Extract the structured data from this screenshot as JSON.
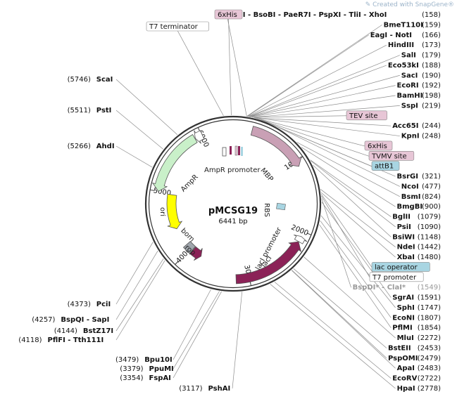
{
  "watermark": "Created with SnapGene®",
  "plasmid": {
    "name": "pMCSG19",
    "size_label": "6441 bp",
    "length": 6441
  },
  "ticks": [
    {
      "pos": 1000,
      "label": "1000"
    },
    {
      "pos": 2000,
      "label": "2000"
    },
    {
      "pos": 3000,
      "label": "3000"
    },
    {
      "pos": 4000,
      "label": "4000"
    },
    {
      "pos": 5000,
      "label": "5000"
    },
    {
      "pos": 6000,
      "label": "6000"
    }
  ],
  "features": [
    {
      "name": "MBP",
      "start": 260,
      "end": 1080,
      "dir": 1,
      "color": "#c9a0b5",
      "ring": 0
    },
    {
      "name": "lacI",
      "start": 2150,
      "end": 3180,
      "dir": -1,
      "color": "#8b2257",
      "ring": 0
    },
    {
      "name": "AmpR",
      "start": 5000,
      "end": 5900,
      "dir": -1,
      "color": "#c9f0c9",
      "ring": 0
    },
    {
      "name": "AmpR promoter",
      "start": 5905,
      "end": 6010,
      "dir": -1,
      "color": "#ffffff",
      "ring": 0
    },
    {
      "name": "ori",
      "start": 4400,
      "end": 4980,
      "dir": -1,
      "color": "#ffff00",
      "ring": 1
    },
    {
      "name": "lacI promoter",
      "start": 2070,
      "end": 2148,
      "dir": -1,
      "color": "#ffffff",
      "ring": 0
    },
    {
      "name": "rop",
      "start": 3780,
      "end": 3950,
      "dir": -1,
      "color": "#8b2257",
      "ring": 1
    },
    {
      "name": "bom",
      "start": 3960,
      "end": 4090,
      "dir": 0,
      "color": "#a0a6ad",
      "ring": 1
    }
  ],
  "feature_labels": {
    "mbp": "MBP",
    "ampr": "AmpR",
    "ampr_promoter": "AmpR promoter",
    "ori": "ori",
    "bom": "bom",
    "rop": "rop",
    "laci": "lacI",
    "laci_promoter": "lacI promoter",
    "rbs": "RBS"
  },
  "right_labels": [
    {
      "kind": "site",
      "name": "AvaI - BsoBI - PaeR7I - PspXI - TliI - XhoI",
      "pos": "(158)",
      "bp": 158
    },
    {
      "kind": "site",
      "name": "BmeT110I",
      "pos": "(159)",
      "bp": 159
    },
    {
      "kind": "site",
      "name": "EagI - NotI",
      "pos": "(166)",
      "bp": 166
    },
    {
      "kind": "site",
      "name": "HindIII",
      "pos": "(173)",
      "bp": 173
    },
    {
      "kind": "site",
      "name": "SalI",
      "pos": "(179)",
      "bp": 179
    },
    {
      "kind": "site",
      "name": "Eco53kI",
      "pos": "(188)",
      "bp": 188
    },
    {
      "kind": "site",
      "name": "SacI",
      "pos": "(190)",
      "bp": 190
    },
    {
      "kind": "site",
      "name": "EcoRI",
      "pos": "(192)",
      "bp": 192
    },
    {
      "kind": "site",
      "name": "BamHI",
      "pos": "(198)",
      "bp": 198
    },
    {
      "kind": "site",
      "name": "SspI",
      "pos": "(219)",
      "bp": 219
    },
    {
      "kind": "feature",
      "name": "TEV site",
      "bp": 225,
      "fill": "#e7c6d6"
    },
    {
      "kind": "site",
      "name": "Acc65I",
      "pos": "(244)",
      "bp": 244
    },
    {
      "kind": "site",
      "name": "KpnI",
      "pos": "(248)",
      "bp": 248
    },
    {
      "kind": "feature",
      "name": "6xHis",
      "bp": 255,
      "fill": "#e7c6d6"
    },
    {
      "kind": "feature",
      "name": "TVMV site",
      "bp": 280,
      "fill": "#e7c6d6"
    },
    {
      "kind": "feature",
      "name": "attB1",
      "bp": 300,
      "fill": "#a8d5e2"
    },
    {
      "kind": "site",
      "name": "BsrGI",
      "pos": "(321)",
      "bp": 321
    },
    {
      "kind": "site",
      "name": "NcoI",
      "pos": "(477)",
      "bp": 477
    },
    {
      "kind": "site",
      "name": "BsmI",
      "pos": "(824)",
      "bp": 824
    },
    {
      "kind": "site",
      "name": "BmgBI",
      "pos": "(900)",
      "bp": 900
    },
    {
      "kind": "site",
      "name": "BglII",
      "pos": "(1079)",
      "bp": 1079
    },
    {
      "kind": "site",
      "name": "PsiI",
      "pos": "(1090)",
      "bp": 1090
    },
    {
      "kind": "site",
      "name": "BsiWI",
      "pos": "(1148)",
      "bp": 1148
    },
    {
      "kind": "site",
      "name": "NdeI",
      "pos": "(1442)",
      "bp": 1442
    },
    {
      "kind": "site",
      "name": "XbaI",
      "pos": "(1480)",
      "bp": 1480
    },
    {
      "kind": "feature",
      "name": "lac operator",
      "bp": 1500,
      "fill": "#a8d5e2"
    },
    {
      "kind": "feature",
      "name": "T7 promoter",
      "bp": 1520,
      "fill": "#ffffff"
    },
    {
      "kind": "site",
      "name": "BspDI* - ClaI*",
      "pos": "(1549)",
      "bp": 1549,
      "dim": true
    },
    {
      "kind": "site",
      "name": "SgrAI",
      "pos": "(1591)",
      "bp": 1591
    },
    {
      "kind": "site",
      "name": "SphI",
      "pos": "(1747)",
      "bp": 1747
    },
    {
      "kind": "site",
      "name": "EcoNI",
      "pos": "(1807)",
      "bp": 1807
    },
    {
      "kind": "site",
      "name": "PflMI",
      "pos": "(1854)",
      "bp": 1854
    },
    {
      "kind": "site",
      "name": "MluI",
      "pos": "(2272)",
      "bp": 2272
    },
    {
      "kind": "site",
      "name": "BstEII",
      "pos": "(2453)",
      "bp": 2453
    },
    {
      "kind": "site",
      "name": "PspOMI",
      "pos": "(2479)",
      "bp": 2479
    },
    {
      "kind": "site",
      "name": "ApaI",
      "pos": "(2483)",
      "bp": 2483
    },
    {
      "kind": "site",
      "name": "EcoRV",
      "pos": "(2722)",
      "bp": 2722
    },
    {
      "kind": "site",
      "name": "HpaI",
      "pos": "(2778)",
      "bp": 2778
    }
  ],
  "left_labels": [
    {
      "kind": "feature",
      "name": "6xHis",
      "bp": 6420,
      "fill": "#e7c6d6"
    },
    {
      "kind": "feature",
      "name": "T7 terminator",
      "bp": 6330,
      "fill": "#ffffff"
    },
    {
      "kind": "site",
      "name": "ScaI",
      "pos": "(5746)",
      "bp": 5746
    },
    {
      "kind": "site",
      "name": "PstI",
      "pos": "(5511)",
      "bp": 5511
    },
    {
      "kind": "site",
      "name": "AhdI",
      "pos": "(5266)",
      "bp": 5266
    },
    {
      "kind": "site",
      "name": "PciI",
      "pos": "(4373)",
      "bp": 4373
    },
    {
      "kind": "site",
      "name": "BspQI - SapI",
      "pos": "(4257)",
      "bp": 4257
    },
    {
      "kind": "site",
      "name": "BstZ17I",
      "pos": "(4144)",
      "bp": 4144
    },
    {
      "kind": "site",
      "name": "PflFI - Tth111I",
      "pos": "(4118)",
      "bp": 4118
    },
    {
      "kind": "site",
      "name": "Bpu10I",
      "pos": "(3479)",
      "bp": 3479
    },
    {
      "kind": "site",
      "name": "PpuMI",
      "pos": "(3379)",
      "bp": 3379
    },
    {
      "kind": "site",
      "name": "FspAI",
      "pos": "(3354)",
      "bp": 3354
    },
    {
      "kind": "site",
      "name": "PshAI",
      "pos": "(3117)",
      "bp": 3117
    }
  ],
  "colors": {
    "backbone": "#333333",
    "leader": "#8c8c8c",
    "feature_pink": "#e7c6d6",
    "feature_blue": "#a8d5e2"
  }
}
